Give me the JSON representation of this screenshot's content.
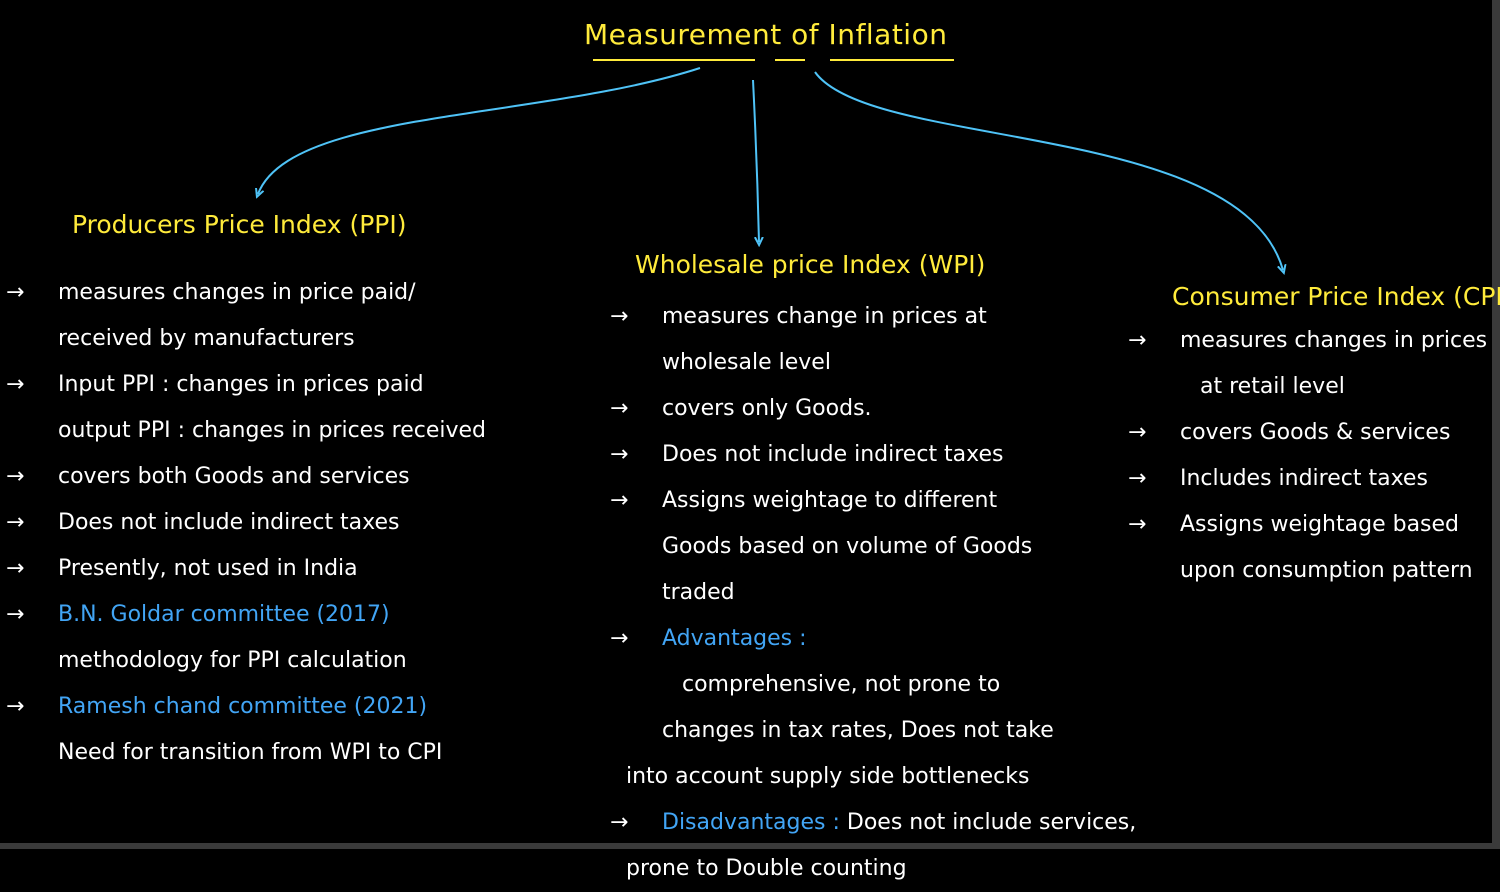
{
  "title": "Measurement of Inflation",
  "accent_colors": {
    "heading": "#ffeb3b",
    "highlight": "#42a5f5",
    "connector": "#4fc3f7"
  },
  "arrow_glyph": "→",
  "ppi": {
    "heading": "Producers Price Index (PPI)",
    "points": [
      [
        "measures changes in price paid/",
        "received by manufacturers"
      ],
      [
        "Input PPI : changes in prices paid",
        "output PPI : changes in prices received"
      ],
      [
        "covers both Goods and services"
      ],
      [
        "Does not include indirect taxes"
      ],
      [
        "Presently, not used in India"
      ],
      [
        "B.N. Goldar committee (2017)",
        "methodology for PPI calculation"
      ],
      [
        "Ramesh chand committee (2021)",
        "Need for transition from WPI to CPI"
      ]
    ]
  },
  "wpi": {
    "heading": "Wholesale price Index (WPI)",
    "points": [
      [
        "measures change in prices at",
        "wholesale level"
      ],
      [
        "covers only Goods."
      ],
      [
        "Does not include indirect taxes"
      ],
      [
        "Assigns weightage to different",
        "Goods based on volume of Goods",
        "traded"
      ]
    ],
    "advantages": {
      "label": "Advantages :",
      "lines": [
        "comprehensive, not prone to",
        "changes in tax rates, Does not take",
        "into account supply side bottlenecks"
      ]
    },
    "disadvantages": {
      "label": "Disadvantages :",
      "text": "Does not include services,",
      "line2": "prone to Double counting"
    }
  },
  "cpi": {
    "heading": "Consumer Price Index (CPI)",
    "points": [
      [
        "measures changes in prices",
        "at retail level"
      ],
      [
        "covers Goods & services"
      ],
      [
        "Includes indirect taxes"
      ],
      [
        "Assigns weightage based",
        "upon consumption pattern"
      ]
    ]
  }
}
